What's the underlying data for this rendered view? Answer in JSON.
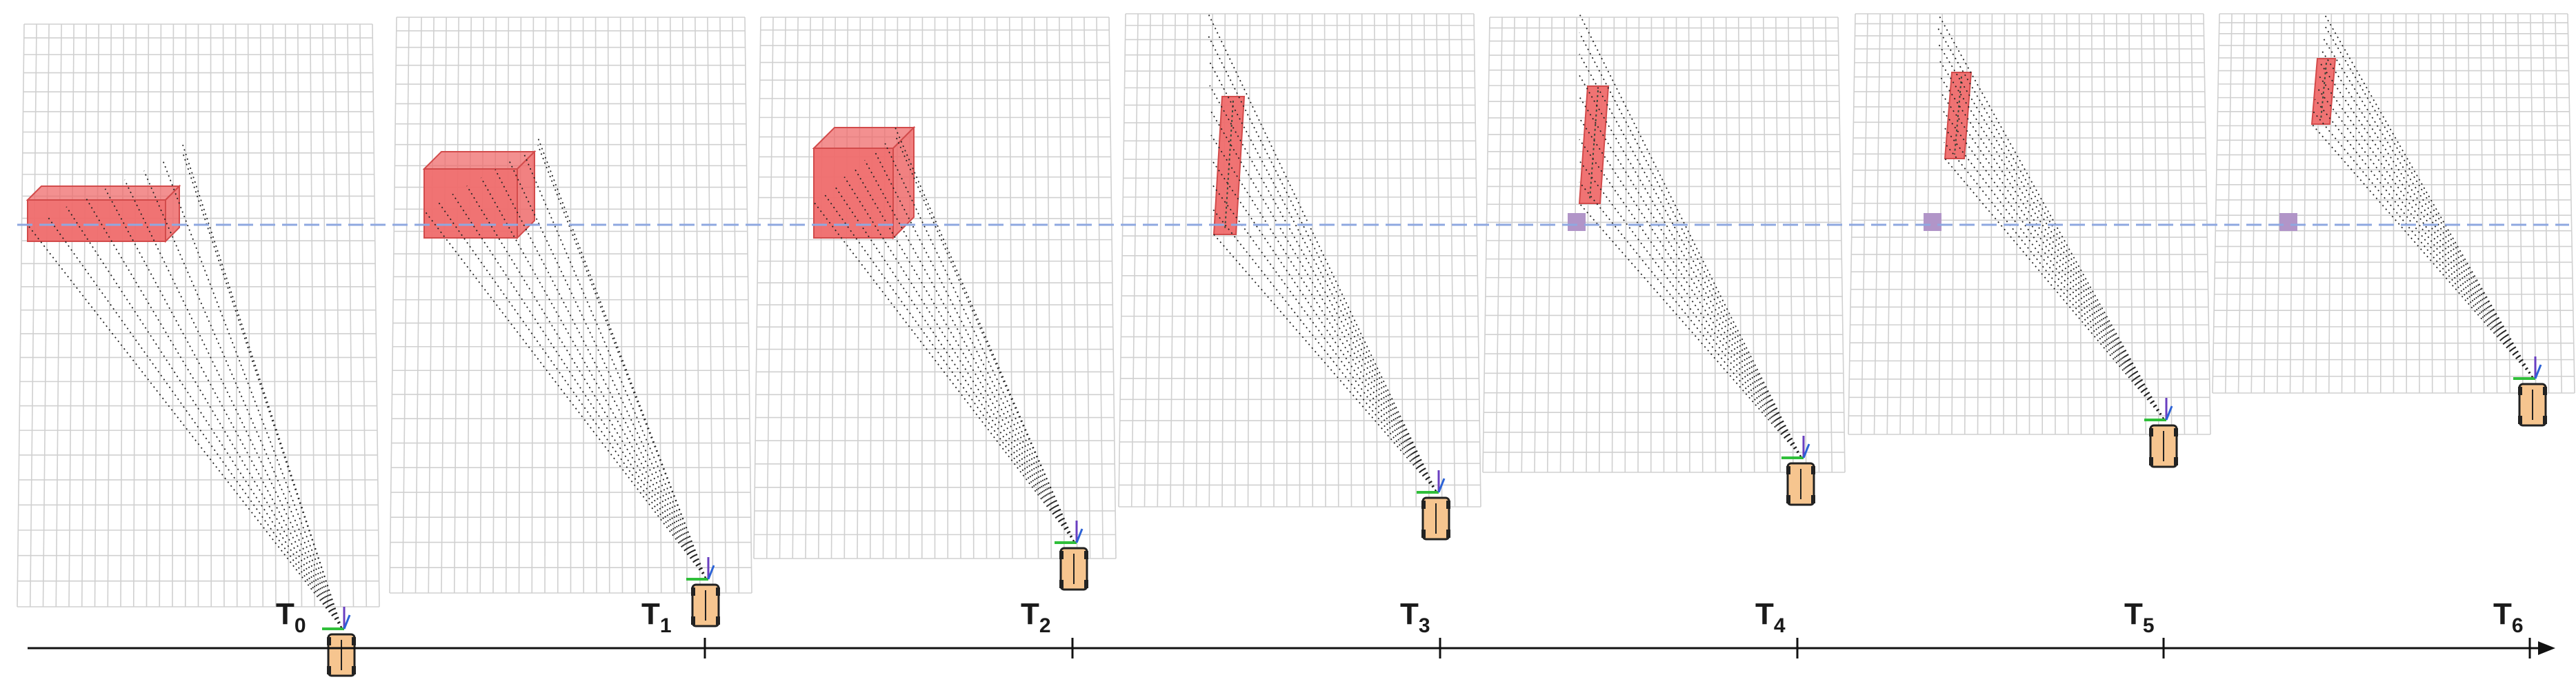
{
  "timeline": {
    "labels": [
      {
        "main": "T",
        "sub": "0"
      },
      {
        "main": "T",
        "sub": "1"
      },
      {
        "main": "T",
        "sub": "2"
      },
      {
        "main": "T",
        "sub": "3"
      },
      {
        "main": "T",
        "sub": "4"
      },
      {
        "main": "T",
        "sub": "5"
      },
      {
        "main": "T",
        "sub": "6"
      }
    ]
  },
  "colors": {
    "grid": "#d0d0d0",
    "obstacle_fill": "#ef6b6b",
    "obstacle_stroke": "#d24b4b",
    "reference_line": "#8fa8e0",
    "marker": "#b195c8",
    "vehicle_body": "#f6c58f",
    "vehicle_outline": "#222222",
    "ray": "#222222",
    "axis": "#111111"
  },
  "icons": [
    "vehicle-icon",
    "timeline-arrow-icon"
  ]
}
